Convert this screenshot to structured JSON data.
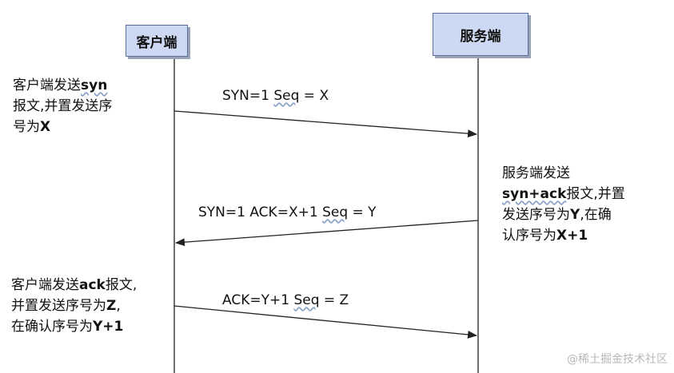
{
  "participants": {
    "client": "客户端",
    "server": "服务端"
  },
  "messages": [
    {
      "pre": "SYN=1  ",
      "seq": "Seq",
      "post": " = X"
    },
    {
      "pre": "SYN=1  ACK=X+1 ",
      "seq": "Seq",
      "post": " = Y"
    },
    {
      "pre": "ACK=Y+1 ",
      "seq": "Seq",
      "post": " = Z"
    }
  ],
  "notes": {
    "step1": {
      "line1_a": "客户端发送",
      "line1_b": "syn",
      "line2": "报文,并置发送序",
      "line3_a": "号为",
      "line3_b": "X"
    },
    "step2": {
      "line1": "服务端发送",
      "line2_a": "syn+ack",
      "line2_b": "报文,并置",
      "line3_a": "发送序号为",
      "line3_b": "Y",
      "line3_c": ",在确",
      "line4_a": "认序号为",
      "line4_b": "X+1"
    },
    "step3": {
      "line1_a": "客户端发送",
      "line1_b": "ack",
      "line1_c": "报文,",
      "line2_a": "并置发送序号为",
      "line2_b": "Z",
      "line2_c": ",",
      "line3_a": "在确认序号为",
      "line3_b": "Y+1"
    }
  },
  "watermark": "@稀土掘金技术社区"
}
